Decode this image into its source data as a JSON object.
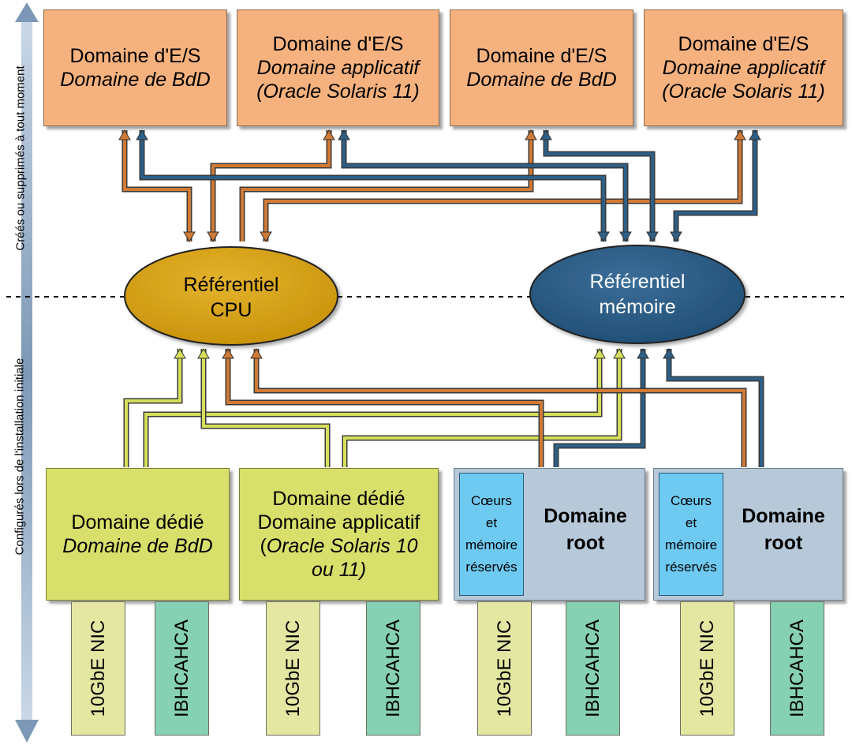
{
  "side_labels": {
    "top": "Créés ou supprimés à tout moment",
    "bottom": "Configurés lors de l'installation initiale"
  },
  "top_domains": [
    {
      "line1": "Domaine d'E/S",
      "line2": "Domaine de BdD",
      "line3": ""
    },
    {
      "line1": "Domaine d'E/S",
      "line2": "Domaine applicatif",
      "line3": "(Oracle Solaris 11)"
    },
    {
      "line1": "Domaine d'E/S",
      "line2": "Domaine de BdD",
      "line3": ""
    },
    {
      "line1": "Domaine d'E/S",
      "line2": "Domaine applicatif",
      "line3": "(Oracle Solaris 11)"
    }
  ],
  "pools": {
    "cpu": {
      "line1": "Référentiel",
      "line2": "CPU"
    },
    "memory": {
      "line1": "Référentiel",
      "line2": "mémoire"
    }
  },
  "dedicated_domains": [
    {
      "line1": "Domaine dédié",
      "line2": "Domaine de BdD"
    },
    {
      "line1": "Domaine dédié",
      "line2": "Domaine applicatif",
      "line3a": "(",
      "line3b": "Oracle Solaris 10",
      "line4": "ou 11)"
    }
  ],
  "root_domains": [
    {
      "reserved": [
        "Cœurs",
        "et",
        "mémoire",
        "réservés"
      ],
      "label1": "Domaine",
      "label2": "root"
    },
    {
      "reserved": [
        "Cœurs",
        "et",
        "mémoire",
        "réservés"
      ],
      "label1": "Domaine",
      "label2": "root"
    }
  ],
  "cards": {
    "nic": "10GbE NIC",
    "hca": "IBHCAHCA"
  },
  "colors": {
    "top_domain": "#f6b27e",
    "dedicated_domain": "#d8df6a",
    "root_domain": "#b7c9d9",
    "reserved": "#6fcaf1",
    "cpu_pool": "#d6a010",
    "memory_pool": "#2a5c86",
    "cpu_arrow": "#d07a35",
    "memory_arrow": "#2e5f86",
    "dedicated_arrow": "#d7de5c",
    "nic_card": "#e4e7a2",
    "hca_card": "#86d0b3"
  }
}
